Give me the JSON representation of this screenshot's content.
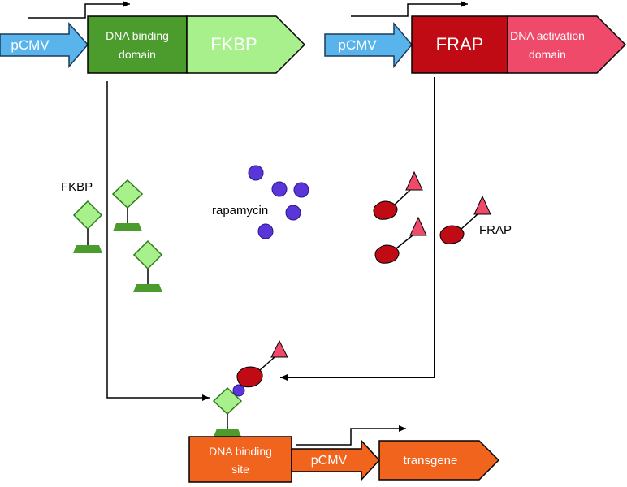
{
  "construct_left": {
    "promoter": "pCMV",
    "binding_domain_line1": "DNA binding",
    "binding_domain_line2": "domain",
    "fusion": "FKBP"
  },
  "construct_right": {
    "promoter": "pCMV",
    "fusion": "FRAP",
    "activation_domain_line1": "DNA activation",
    "activation_domain_line2": "domain"
  },
  "labels": {
    "fkbp": "FKBP",
    "rapamycin": "rapamycin",
    "frap": "FRAP"
  },
  "reporter": {
    "site_line1": "DNA binding",
    "site_line2": "site",
    "promoter": "pCMV",
    "gene": "transgene"
  },
  "colors": {
    "promoter_blue": "#5ab4ec",
    "binding_green": "#4c9b2d",
    "fkbp_green": "#a8f08c",
    "frap_red": "#c00a14",
    "activation_pink": "#f04a6a",
    "rapamycin_purple": "#5a35d8",
    "reporter_orange": "#f0641e"
  }
}
